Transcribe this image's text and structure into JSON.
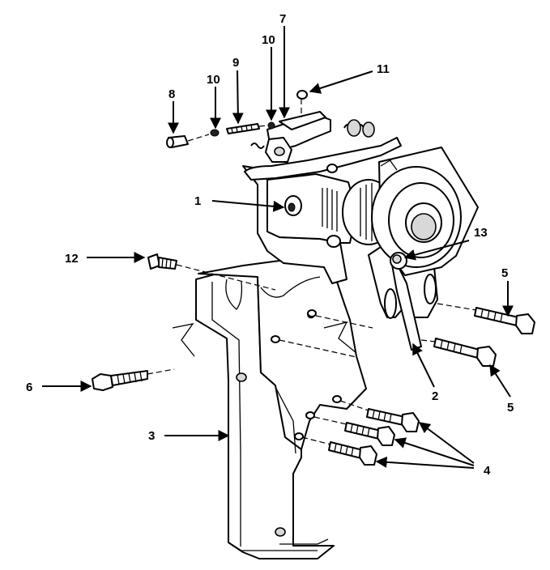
{
  "callouts": {
    "c1": "1",
    "c2": "2",
    "c3": "3",
    "c4": "4",
    "c5a": "5",
    "c5b": "5",
    "c6": "6",
    "c7": "7",
    "c8": "8",
    "c9": "9",
    "c10a": "10",
    "c10b": "10",
    "c11": "11",
    "c12": "12",
    "c13": "13"
  }
}
